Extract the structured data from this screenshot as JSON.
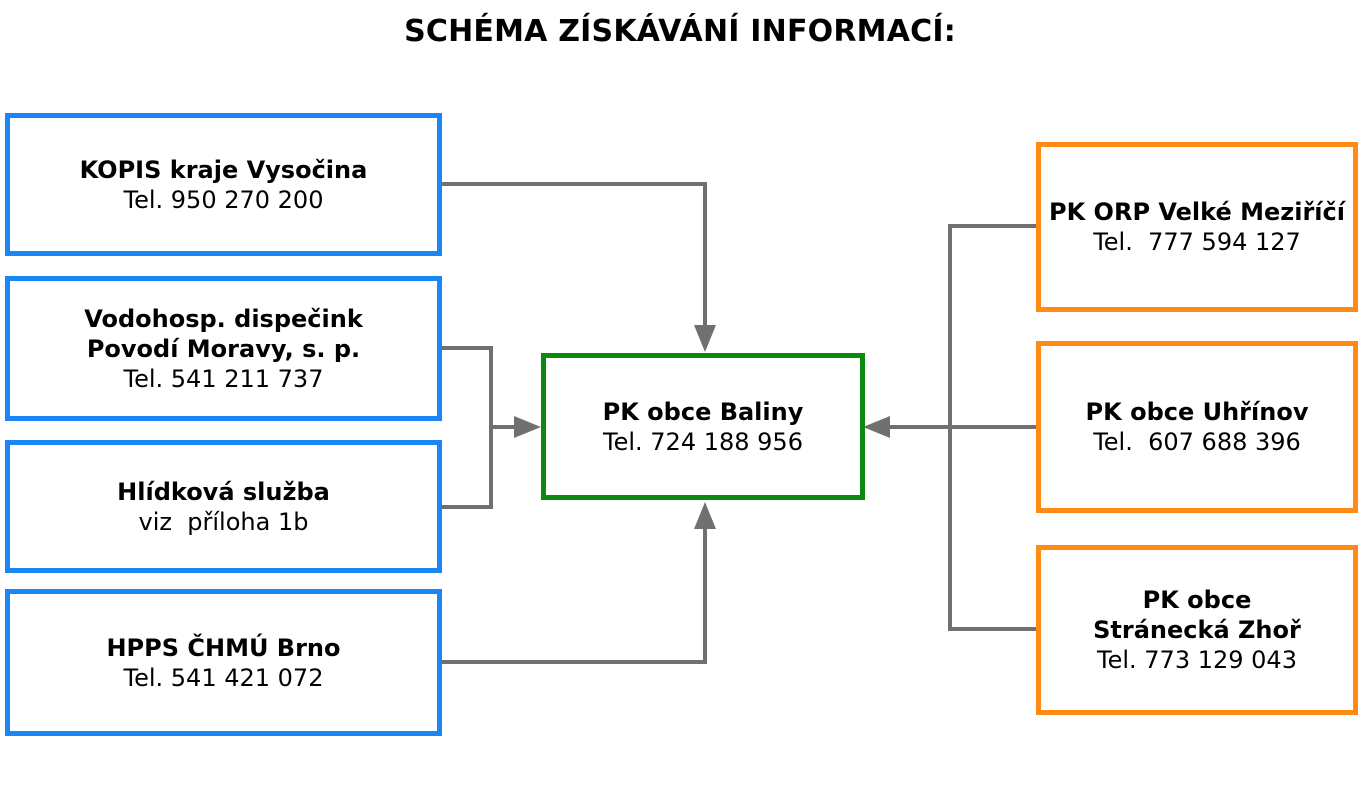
{
  "title": "SCHÉMA ZÍSKÁVÁNÍ INFORMACÍ:",
  "colors": {
    "source_border": "#1a86f5",
    "center_border": "#0b8a0b",
    "neighbor_border": "#ff8a14",
    "connector": "#707070"
  },
  "sources": [
    {
      "name": "KOPIS kraje Vysočina",
      "line": "Tel. 950 270 200"
    },
    {
      "name_1": "Vodohosp. dispečink",
      "name_2": "Povodí Moravy, s. p.",
      "line": "Tel. 541 211 737"
    },
    {
      "name": "Hlídková služba",
      "line": "viz  příloha 1b"
    },
    {
      "name": "HPPS ČHMÚ Brno",
      "line": "Tel. 541 421 072"
    }
  ],
  "center": {
    "name": "PK obce Baliny",
    "line": "Tel. 724 188 956"
  },
  "neighbors": [
    {
      "name": "PK ORP Velké Meziříčí",
      "line": "Tel.  777 594 127"
    },
    {
      "name": "PK obce Uhřínov",
      "line": "Tel.  607 688 396"
    },
    {
      "name_1": "PK obce",
      "name_2": "Stránecká Zhoř",
      "line": "Tel. 773 129 043"
    }
  ]
}
